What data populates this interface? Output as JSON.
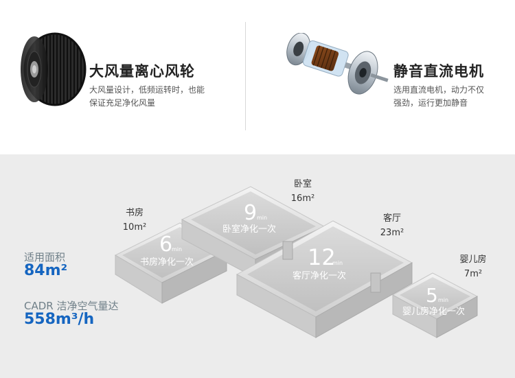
{
  "features": [
    {
      "title": "大风量离心风轮",
      "desc_line1": "大风量设计，低频运转时，也能",
      "desc_line2": "保证充足净化风量"
    },
    {
      "title": "静音直流电机",
      "desc_line1": "选用直流电机，动力不仅",
      "desc_line2": "强劲，运行更加静音"
    }
  ],
  "specs": {
    "area_label": "适用面积",
    "area_value": "84m²",
    "cadr_label": "CADR 洁净空气量达",
    "cadr_value": "558m³/h"
  },
  "rooms": [
    {
      "name": "书房",
      "size": "10m²",
      "minutes": "6",
      "unit": "min",
      "caption": "书房净化一次"
    },
    {
      "name": "卧室",
      "size": "16m²",
      "minutes": "9",
      "unit": "min",
      "caption": "卧室净化一次"
    },
    {
      "name": "客厅",
      "size": "23m²",
      "minutes": "12",
      "unit": "min",
      "caption": "客厅净化一次"
    },
    {
      "name": "婴儿房",
      "size": "7m²",
      "minutes": "5",
      "unit": "min",
      "caption": "婴儿房净化一次"
    }
  ],
  "colors": {
    "accent_blue": "#1565c0",
    "top_bar_green": "#1f8a3a"
  }
}
